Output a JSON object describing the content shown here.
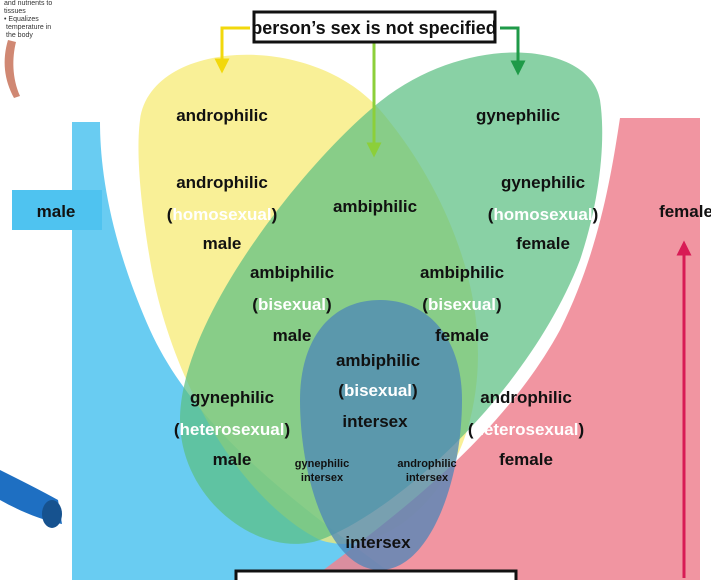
{
  "colors": {
    "male": "#4fc3f0",
    "androphilic": "#f6ea6f",
    "gynephilic": "#5cbf82",
    "female": "#ee8390",
    "intersex": "#4c86b8",
    "arrow_yellow": "#f2d80c",
    "arrow_green_dark": "#1f9a48",
    "arrow_green_light": "#8ccf3a",
    "arrow_red": "#d81b55"
  },
  "corner_note": {
    "lines": [
      "and nutrients to",
      "tissues",
      "• Equalizes",
      "temperature in",
      "the body"
    ]
  },
  "top_box": {
    "text": "person’s sex is not specified"
  },
  "bottom_box": {
    "text": ""
  },
  "side_labels": {
    "male": "male",
    "female": "female"
  },
  "region_labels": {
    "androphilic": "androphilic",
    "gynephilic": "gynephilic",
    "ambiphilic": "ambiphilic",
    "andro_male": {
      "l1": "androphilic",
      "open": "(",
      "mid": "homosexual",
      "close": ")",
      "l3": "male"
    },
    "gyne_female": {
      "l1": "gynephilic",
      "open": "(",
      "mid": "homosexual",
      "close": ")",
      "l3": "female"
    },
    "ambi_male": {
      "l1": "ambiphilic",
      "open": "(",
      "mid": "bisexual",
      "close": ")",
      "l3": "male"
    },
    "ambi_female": {
      "l1": "ambiphilic",
      "open": "(",
      "mid": "bisexual",
      "close": ")",
      "l3": "female"
    },
    "ambi_intersex": {
      "l1": "ambiphilic",
      "open": "(",
      "mid": "bisexual",
      "close": ")",
      "l3": "intersex"
    },
    "gyne_male": {
      "l1": "gynephilic",
      "open": "(",
      "mid": "heterosexual",
      "close": ")",
      "l3": "male"
    },
    "andro_female": {
      "l1": "androphilic",
      "open": "(",
      "mid": "heterosexual",
      "close": ")",
      "l3": "female"
    },
    "gyne_intersex": {
      "l1": "gynephilic",
      "l2": "intersex"
    },
    "andro_intersex": {
      "l1": "androphilic",
      "l2": "intersex"
    },
    "intersex": "intersex"
  }
}
